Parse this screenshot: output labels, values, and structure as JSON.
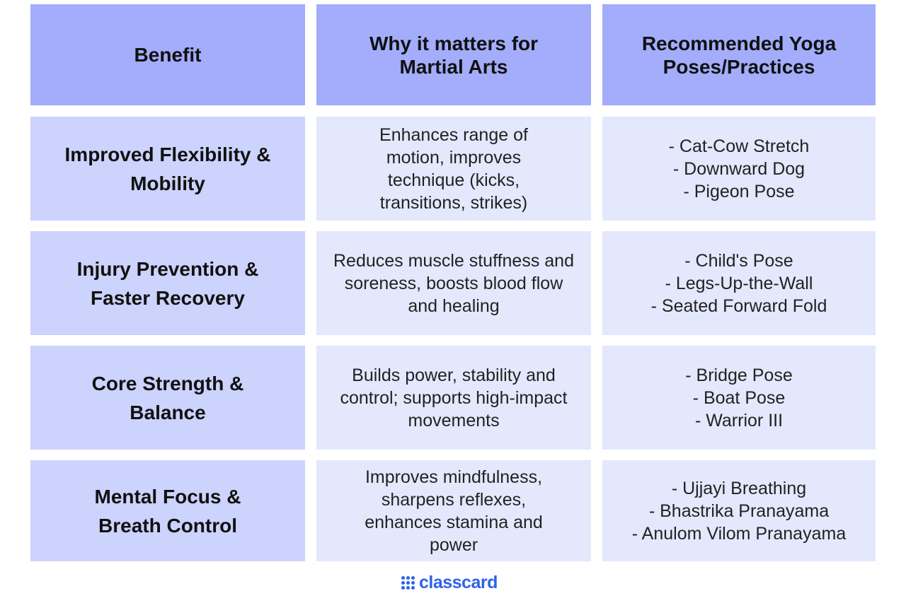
{
  "headers": {
    "benefit": "Benefit",
    "why": "Why it matters for Martial Arts",
    "poses": "Recommended Yoga Poses/Practices"
  },
  "rows": [
    {
      "benefit": "Improved Flexibility & Mobility",
      "why": "Enhances range of motion, improves technique (kicks, transitions, strikes)",
      "poses": [
        "- Cat-Cow Stretch",
        "- Downward Dog",
        "- Pigeon Pose"
      ]
    },
    {
      "benefit": "Injury Prevention & Faster Recovery",
      "why": "Reduces muscle stuffness and soreness, boosts blood flow and healing",
      "poses": [
        "- Child's Pose",
        "- Legs-Up-the-Wall",
        "- Seated Forward Fold"
      ]
    },
    {
      "benefit": "Core Strength & Balance",
      "why": "Builds power, stability and control; supports high-impact movements",
      "poses": [
        "- Bridge Pose",
        "- Boat Pose",
        "- Warrior III"
      ]
    },
    {
      "benefit": "Mental Focus & Breath Control",
      "why": "Improves mindfulness, sharpens reflexes, enhances stamina and power",
      "poses": [
        "- Ujjayi Breathing",
        "- Bhastrika Pranayama",
        "- Anulom Vilom Pranayama"
      ]
    }
  ],
  "logo": {
    "text": "classcard",
    "icon": "dots-grid-icon"
  },
  "colors": {
    "header_bg": "#a3adfb",
    "benefit_bg": "#ccd3fc",
    "body_bg": "#e4e8fd",
    "logo": "#2f62e8"
  }
}
